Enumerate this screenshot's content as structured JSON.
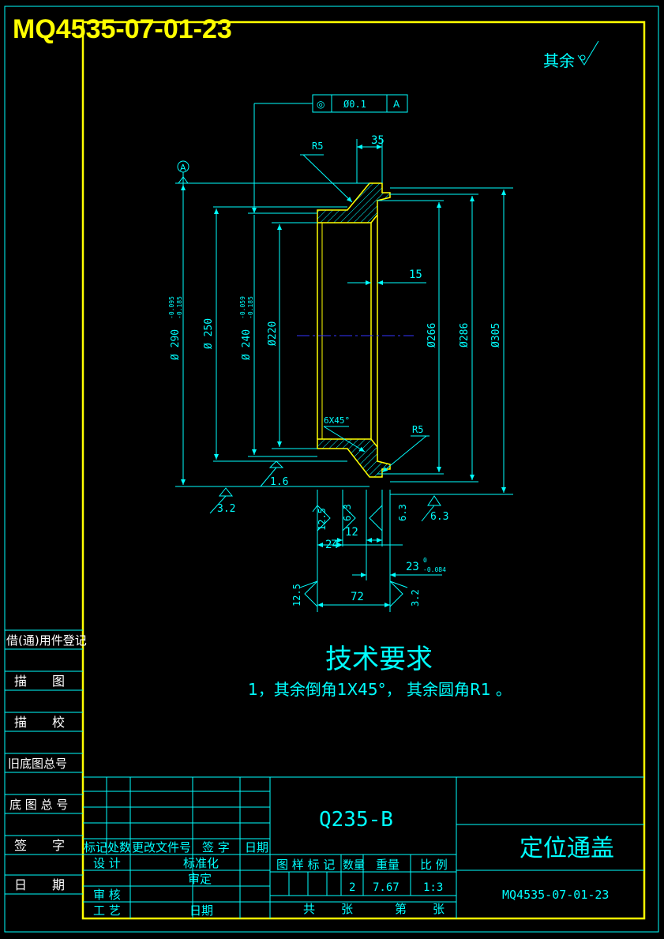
{
  "drawing_number_banner": "MQ4535-07-01-23",
  "surface_note": "其余",
  "gdt": {
    "symbol": "◎",
    "tolerance": "Ø0.1",
    "datum": "A"
  },
  "datum_label": "A",
  "dims": {
    "r5_top": "R5",
    "d35": "35",
    "d15": "15",
    "d290": "Ø 290",
    "d290_tol_up": "-0.095",
    "d290_tol_lo": "-0.185",
    "d250": "Ø 250",
    "d240": "Ø 240",
    "d240_tol_up": "-0.059",
    "d240_tol_lo": "-0.185",
    "d220": "Ø220",
    "d266": "Ø266",
    "d286": "Ø286",
    "d305": "Ø305",
    "chamfer": "6X45°",
    "r5_bot": "R5",
    "d12": "12",
    "d24": "24",
    "d23": "23",
    "d23_tol_up": "0",
    "d23_tol_lo": "-0.084",
    "d72": "72"
  },
  "roughness": {
    "r16": "1.6",
    "r32_left": "3.2",
    "r63_right": "6.3",
    "r125_a": "12.5",
    "r63_a": "6.3",
    "r63_b": "6.3",
    "r125_b": "12.5",
    "r32_b": "3.2"
  },
  "tech_req": {
    "title": "技术要求",
    "line1": "1，其余倒角1X45°，   其余圆角R1   。"
  },
  "side_panel": [
    "借(通)用件登记",
    "描　　图",
    "描　　校",
    "旧底图总号",
    "底 图 总 号",
    "签　　字",
    "日　　期"
  ],
  "title_block": {
    "material": "Q235-B",
    "part_name": "定位通盖",
    "drawing_number": "MQ4535-07-01-23",
    "rev_headers": [
      "标记",
      "处数",
      "更改文件号",
      "签 字",
      "日期"
    ],
    "design": "设 计",
    "standardization": "标准化",
    "check": "审 核",
    "approve": "审定",
    "process": "工 艺",
    "date": "日期",
    "stage_label": "图 样 标 记",
    "qty_label": "数量",
    "weight_label": "重量",
    "scale_label": "比 例",
    "qty": "2",
    "weight": "7.67",
    "scale": "1:3",
    "total_label": "共",
    "sheets_label": "张",
    "sheet_no_label": "第",
    "sheet_label2": "张"
  },
  "colors": {
    "frame": "#ffff00",
    "lines": "#00ffff",
    "part": "#ffff00",
    "bg": "#000000"
  }
}
